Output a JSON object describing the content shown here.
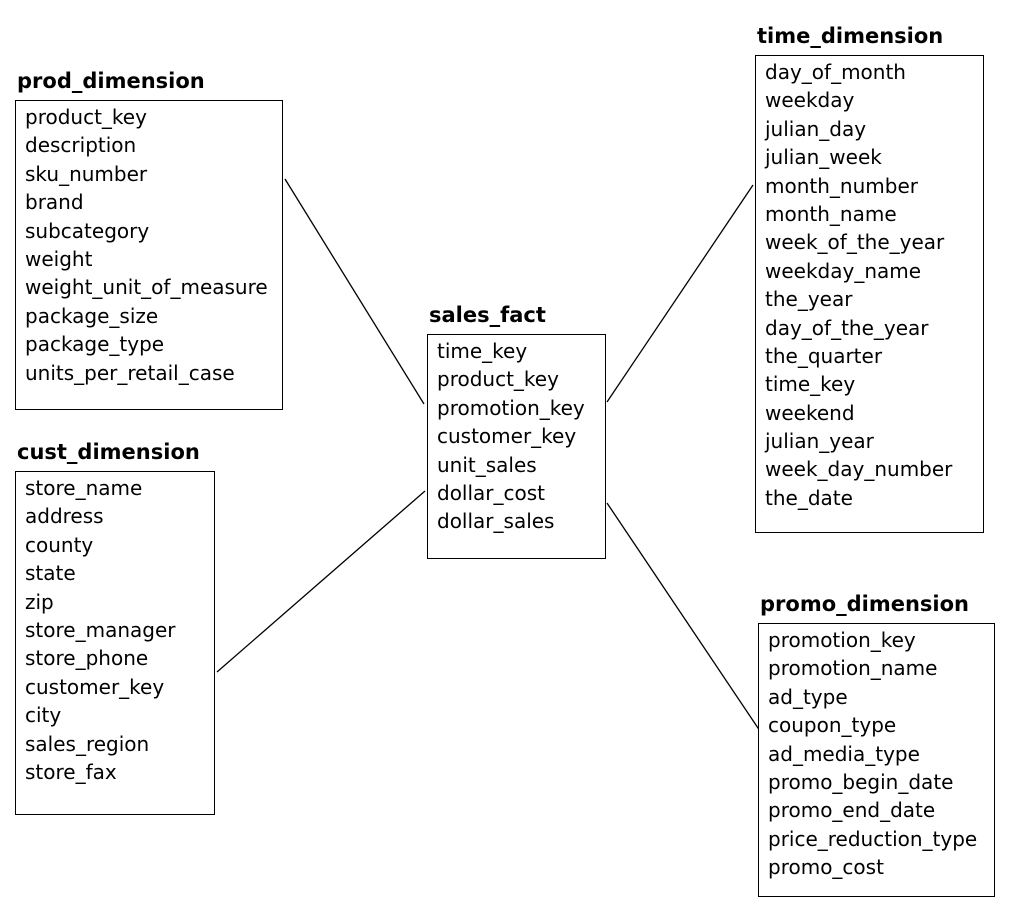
{
  "entities": {
    "prod": {
      "title": "prod_dimension",
      "fields": [
        "product_key",
        "description",
        "sku_number",
        "brand",
        "subcategory",
        "weight",
        "weight_unit_of_measure",
        "package_size",
        "package_type",
        "units_per_retail_case"
      ]
    },
    "cust": {
      "title": "cust_dimension",
      "fields": [
        "store_name",
        "address",
        "county",
        "state",
        "zip",
        "store_manager",
        "store_phone",
        "customer_key",
        "city",
        "sales_region",
        "store_fax"
      ]
    },
    "sales": {
      "title": "sales_fact",
      "fields": [
        "time_key",
        "product_key",
        "promotion_key",
        "customer_key",
        "unit_sales",
        "dollar_cost",
        "dollar_sales"
      ]
    },
    "time": {
      "title": "time_dimension",
      "fields": [
        "day_of_month",
        "weekday",
        "julian_day",
        "julian_week",
        "month_number",
        "month_name",
        "week_of_the_year",
        "weekday_name",
        "the_year",
        "day_of_the_year",
        "the_quarter",
        "time_key",
        "weekend",
        "julian_year",
        "week_day_number",
        "the_date"
      ]
    },
    "promo": {
      "title": "promo_dimension",
      "fields": [
        "promotion_key",
        "promotion_name",
        "ad_type",
        "coupon_type",
        "ad_media_type",
        "promo_begin_date",
        "promo_end_date",
        "price_reduction_type",
        "promo_cost"
      ]
    }
  },
  "colors": {
    "line": "#000000",
    "background": "#ffffff"
  }
}
